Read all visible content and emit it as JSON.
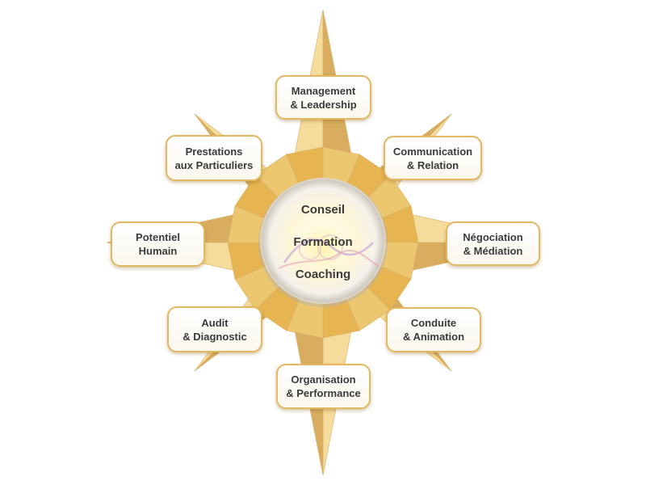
{
  "center": {
    "lines": [
      "Conseil",
      "Formation",
      "Coaching"
    ]
  },
  "branches": [
    {
      "id": "management",
      "line1": "Management",
      "line2": "& Leadership"
    },
    {
      "id": "communication",
      "line1": "Communication",
      "line2": "& Relation"
    },
    {
      "id": "negociation",
      "line1": "Négociation",
      "line2": "& Médiation"
    },
    {
      "id": "conduite",
      "line1": "Conduite",
      "line2": "& Animation"
    },
    {
      "id": "organisation",
      "line1": "Organisation",
      "line2": "& Performance"
    },
    {
      "id": "audit",
      "line1": "Audit",
      "line2": "& Diagnostic"
    },
    {
      "id": "potentiel",
      "line1": "Potentiel",
      "line2": "Humain"
    },
    {
      "id": "prestations",
      "line1": "Prestations",
      "line2": "aux Particuliers"
    }
  ],
  "colors": {
    "star_light": "#f6dc9c",
    "star_mid": "#edc76f",
    "star_dark": "#d9ad5f",
    "star_inner": "#e6b450",
    "box_border": "#e2b860"
  }
}
